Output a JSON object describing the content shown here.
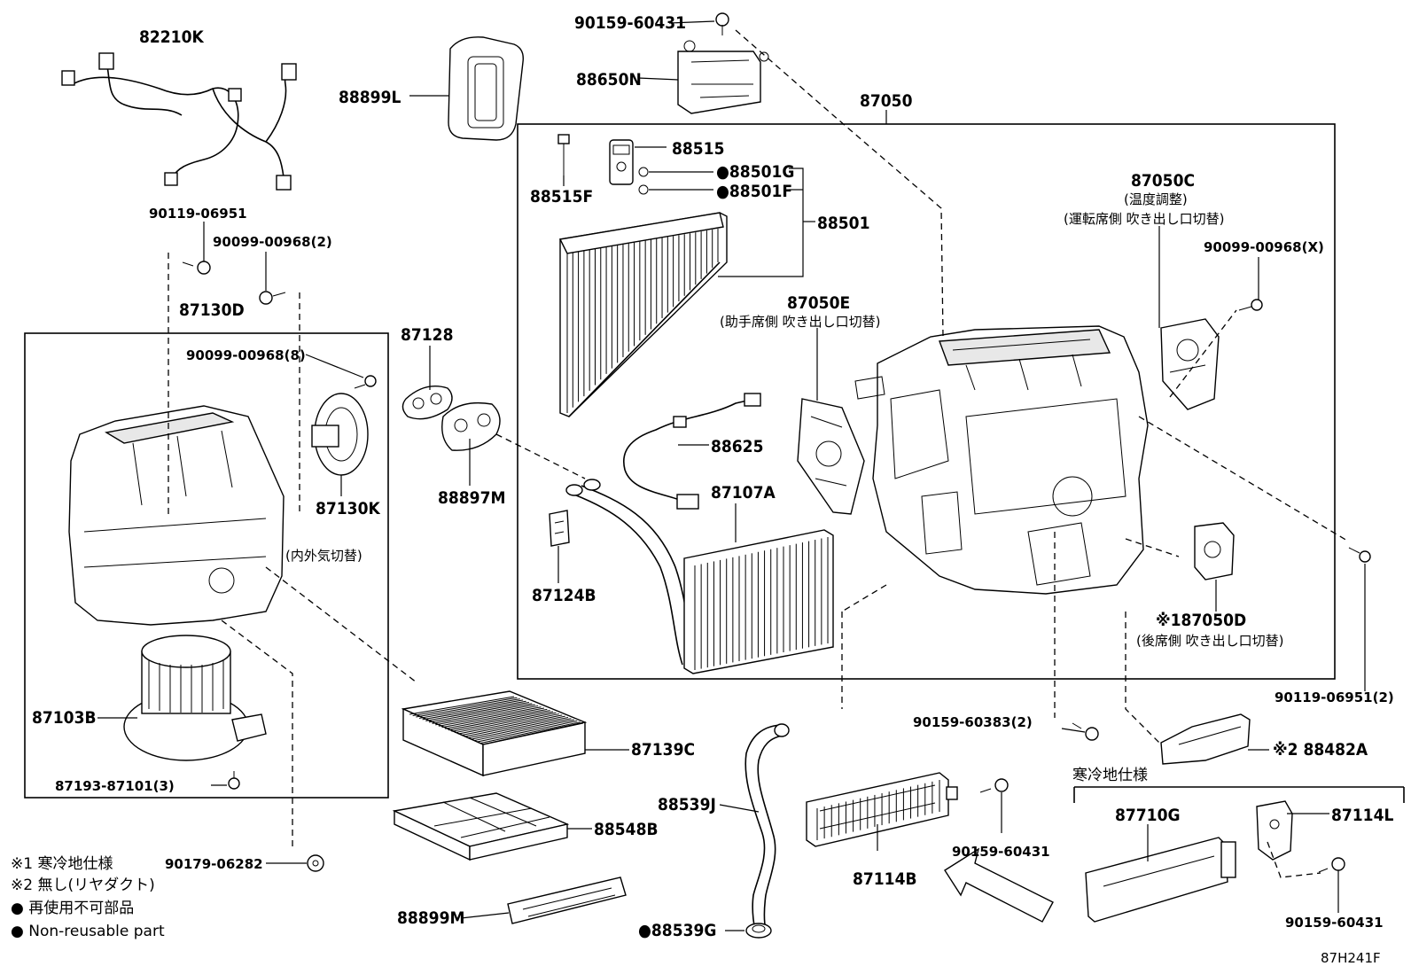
{
  "diagram_code": "87H241F",
  "parts": {
    "p82210K": "82210K",
    "p90159_60431_top": "90159-60431",
    "p88650N": "88650N",
    "p88899L": "88899L",
    "p87050": "87050",
    "p88515": "88515",
    "p88515F": "88515F",
    "p88501G": "●88501G",
    "p88501F": "●88501F",
    "p88501": "88501",
    "p87050C": "87050C",
    "p87050C_n1": "(温度調整)",
    "p87050C_n2": "(運転席側 吹き出し口切替)",
    "p90099_00968_X": "90099-00968(X)",
    "p90119_06951": "90119-06951",
    "p90099_00968_2": "90099-00968(2)",
    "p87130D": "87130D",
    "p90099_00968_8": "90099-00968(8)",
    "p87128": "87128",
    "p87050E": "87050E",
    "p87050E_n": "(助手席側 吹き出し口切替)",
    "p88625": "88625",
    "p87107A": "87107A",
    "p88897M": "88897M",
    "p87124B": "87124B",
    "p87130K": "87130K",
    "p87130K_n": "(内外気切替)",
    "p87050D": "※187050D",
    "p87050D_n": "(後席側 吹き出し口切替)",
    "p90119_06951_2": "90119-06951(2)",
    "p87103B": "87103B",
    "p87139C": "87139C",
    "p90159_60383_2": "90159-60383(2)",
    "p88482A": "※2 88482A",
    "p87193_87101_3": "87193-87101(3)",
    "p88539J": "88539J",
    "p88548B": "88548B",
    "p90159_60431_mid": "90159-60431",
    "p87114B": "87114B",
    "p90179_06282": "90179-06282",
    "p88899M": "88899M",
    "p88539G": "●88539G",
    "cold_title": "寒冷地仕様",
    "p87710G": "87710G",
    "p87114L": "87114L",
    "p90159_60431_bot": "90159-60431"
  },
  "legend": {
    "note1": "※1 寒冷地仕様",
    "note2": "※2 無し(リヤダクト)",
    "note3": "● 再使用不可部品",
    "note4": "● Non-reusable part"
  }
}
